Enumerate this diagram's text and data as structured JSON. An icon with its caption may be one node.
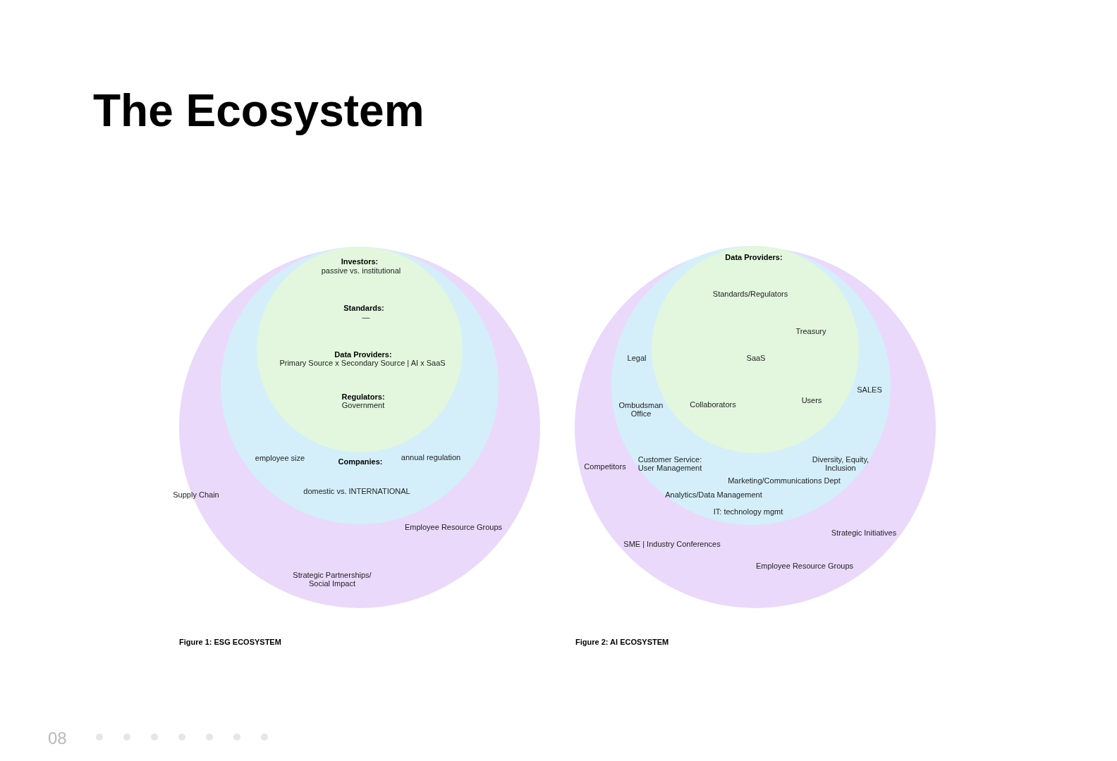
{
  "diagram": {
    "title": "The Ecosystem",
    "nodes": [
      {
        "text": [
          "Supply Chain",
          "Employee Resource Groups",
          "Strategic Partnerships/ Social Impact"
        ]
      },
      {
        "text": [
          "employee size",
          "Companies:",
          "annual regulation",
          "domestic vs. INTERNATIONAL"
        ],
        "in": 0
      },
      {
        "text": [
          "Investors:",
          "passive vs. institutional",
          "Standards:",
          "—",
          "Data Providers:",
          "Primary Source x Secondary Source | AI x SaaS",
          "Regulators:",
          "Government"
        ],
        "in": 1
      },
      {
        "text": [
          "Competitors",
          "Strategic Initiatives",
          "SME | Industry Conferences",
          "Employee Resource Groups"
        ]
      },
      {
        "text": [
          "Legal",
          "Ombudsman Office",
          "SALES",
          "Customer Service: User Management",
          "Diversity, Equity, Inclusion",
          "Marketing/Communications Dept",
          "Analytics/Data Management",
          "IT: technology mgmt"
        ],
        "in": 3
      },
      {
        "text": [
          "Data Providers:",
          "Standards/Regulators",
          "Treasury",
          "SaaS",
          "Collaborators",
          "Users"
        ],
        "in": 4
      }
    ],
    "labels": [
      "Figure 1: ESG ECOSYSTEM",
      "Figure 2: AI ECOSYSTEM",
      "08"
    ]
  }
}
